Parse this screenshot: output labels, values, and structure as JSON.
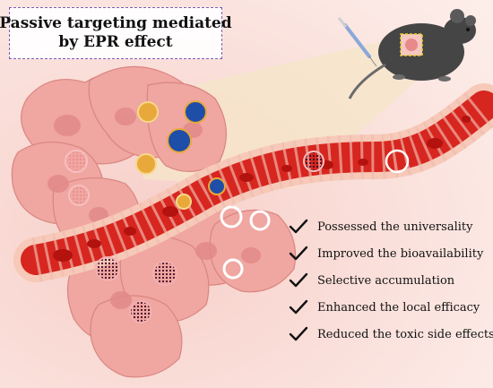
{
  "title": {
    "line1": "Passive targeting mediated",
    "line2": "by EPR effect"
  },
  "benefits": [
    "Possessed the universality",
    "Improved the bioavailability",
    "Selective accumulation",
    "Enhanced the local efficacy",
    "Reduced the toxic side effects"
  ],
  "colors": {
    "background": "#fbe3df",
    "tumor_cell": "#f2a9a4",
    "vessel": "#e2332b",
    "vessel_wall": "#f7c9b8",
    "nanoparticle_orange": "#e9a83a",
    "nanoparticle_blue": "#1f4ea8",
    "nanoparticle_purple": "#7a2352",
    "check": "#111111"
  },
  "icons": [
    "mouse-icon",
    "syringe-icon",
    "check-icon"
  ]
}
